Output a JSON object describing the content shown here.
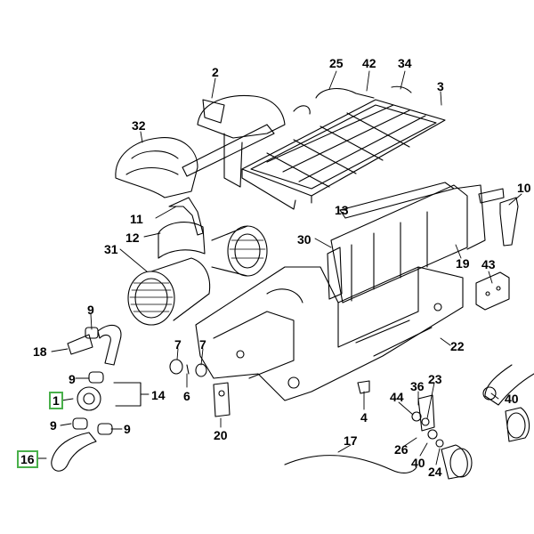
{
  "diagram": {
    "kind": "exploded parts diagram",
    "highlight_color": "#49b04a",
    "line_color": "#000000",
    "callouts": [
      {
        "id": "c25",
        "label": "25"
      },
      {
        "id": "c42",
        "label": "42"
      },
      {
        "id": "c34",
        "label": "34"
      },
      {
        "id": "c2",
        "label": "2"
      },
      {
        "id": "c3",
        "label": "3"
      },
      {
        "id": "c32",
        "label": "32"
      },
      {
        "id": "c10",
        "label": "10"
      },
      {
        "id": "c11",
        "label": "11"
      },
      {
        "id": "c13",
        "label": "13"
      },
      {
        "id": "c12",
        "label": "12"
      },
      {
        "id": "c30",
        "label": "30"
      },
      {
        "id": "c31",
        "label": "31"
      },
      {
        "id": "c19",
        "label": "19"
      },
      {
        "id": "c43",
        "label": "43"
      },
      {
        "id": "c9a",
        "label": "9"
      },
      {
        "id": "c18",
        "label": "18"
      },
      {
        "id": "c22",
        "label": "22"
      },
      {
        "id": "c7a",
        "label": "7"
      },
      {
        "id": "c7b",
        "label": "7"
      },
      {
        "id": "c9b",
        "label": "9"
      },
      {
        "id": "c6",
        "label": "6"
      },
      {
        "id": "c1",
        "label": "1",
        "highlighted": true
      },
      {
        "id": "c14",
        "label": "14"
      },
      {
        "id": "c36",
        "label": "36"
      },
      {
        "id": "c23",
        "label": "23"
      },
      {
        "id": "c44",
        "label": "44"
      },
      {
        "id": "c40a",
        "label": "40"
      },
      {
        "id": "c9c",
        "label": "9"
      },
      {
        "id": "c9d",
        "label": "9"
      },
      {
        "id": "c20",
        "label": "20"
      },
      {
        "id": "c4",
        "label": "4"
      },
      {
        "id": "c17",
        "label": "17"
      },
      {
        "id": "c26",
        "label": "26"
      },
      {
        "id": "c16",
        "label": "16",
        "highlighted": true
      },
      {
        "id": "c40b",
        "label": "40"
      },
      {
        "id": "c24",
        "label": "24"
      }
    ]
  }
}
